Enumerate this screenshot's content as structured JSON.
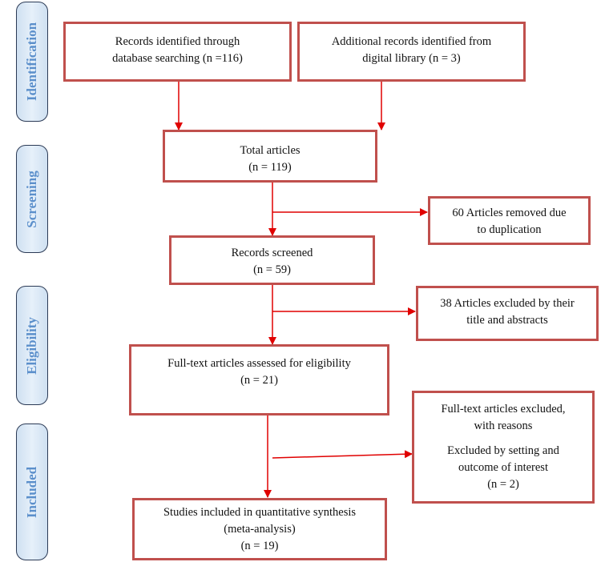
{
  "phases": {
    "identification": "Identification",
    "screening": "Screening",
    "eligibility": "Eligibility",
    "included": "Included"
  },
  "boxes": {
    "db_search": {
      "line1": "Records identified through",
      "line2": "database searching (n =116)"
    },
    "digital_library": {
      "line1": "Additional records identified from",
      "line2": "digital library (n = 3)"
    },
    "total": {
      "line1": "Total articles",
      "line2": "(n = 119)"
    },
    "removed": {
      "line1": "60 Articles removed due",
      "line2": "to duplication"
    },
    "screened": {
      "line1": "Records screened",
      "line2": "(n = 59)"
    },
    "excluded_title": {
      "line1": "38 Articles excluded by their",
      "line2": "title and abstracts"
    },
    "fulltext": {
      "line1": "Full-text articles assessed for eligibility",
      "line2": "(n = 21)"
    },
    "fulltext_excluded": {
      "line1": "Full-text articles excluded,",
      "line2": "with reasons",
      "line3": "Excluded by setting and",
      "line4": "outcome of interest",
      "line5": "(n = 2)"
    },
    "included": {
      "line1": "Studies included in quantitative synthesis",
      "line2": "(meta-analysis)",
      "line3": "(n = 19)"
    }
  },
  "colors": {
    "box_border": "#c0504d",
    "arrow": "#e00000",
    "phase_text": "#5b8fcb",
    "phase_fill": "#dce9f6"
  }
}
